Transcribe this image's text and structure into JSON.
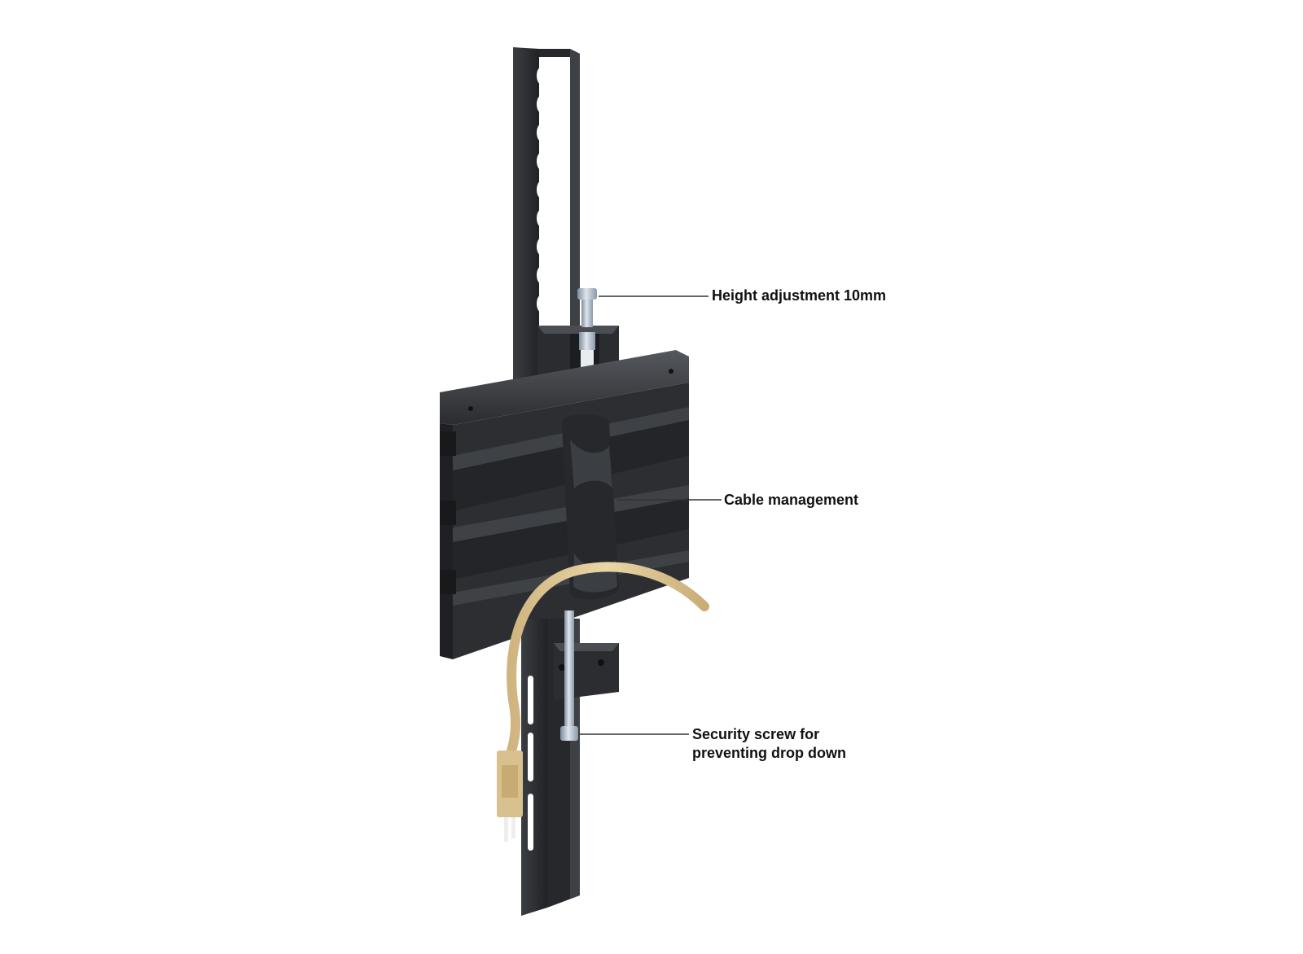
{
  "callouts": {
    "height_adjustment": "Height adjustment 10mm",
    "cable_management": "Cable management",
    "security_screw": {
      "line1": "Security screw for",
      "line2": "preventing drop down"
    }
  },
  "colors": {
    "background": "#ffffff",
    "bracket_metal": "#2b2d30",
    "bracket_highlight": "#4a4d52",
    "bolt_steel": "#aebccb",
    "cable": "#d9c08f",
    "leader_line": "#333333",
    "label_text": "#111111"
  }
}
